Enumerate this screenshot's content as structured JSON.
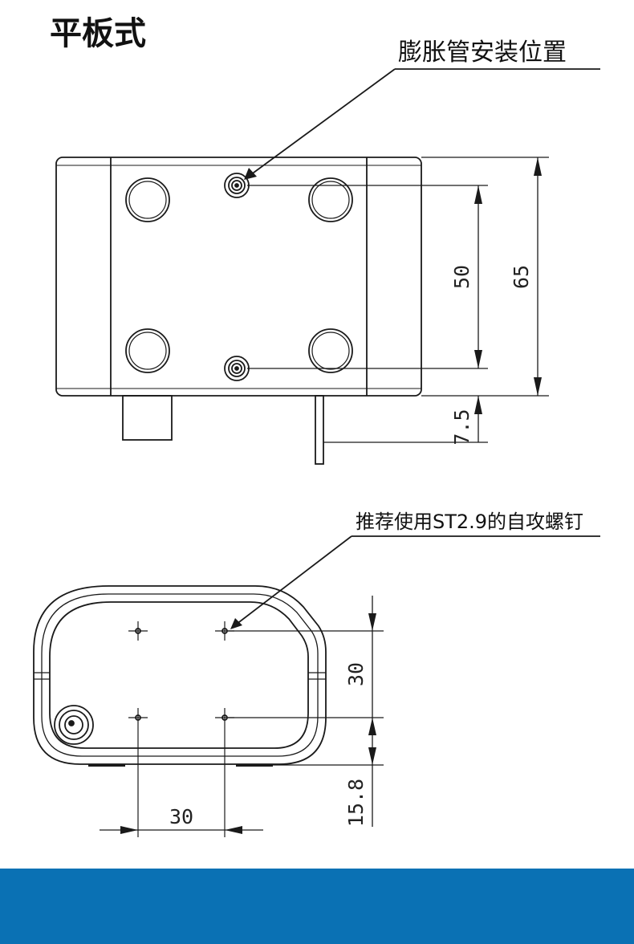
{
  "title": "平板式",
  "top_view": {
    "callout": "膨胀管安装位置",
    "dims": {
      "inner": "50",
      "outer": "65",
      "offset": "7.5"
    }
  },
  "bottom_view": {
    "callout": "推荐使用ST2.9的自攻螺钉",
    "dims": {
      "vertical": "30",
      "offset": "15.8",
      "horizontal": "30"
    }
  },
  "colors": {
    "line": "#1a1a1a",
    "band": "#0a71b4"
  }
}
